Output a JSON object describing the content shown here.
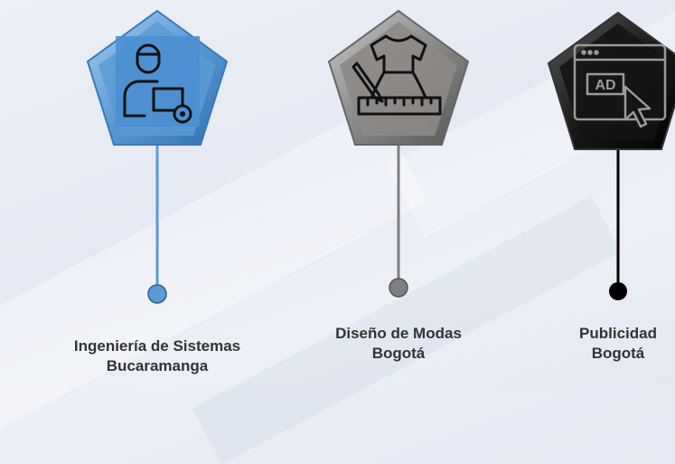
{
  "items": [
    {
      "title_line1": "Ingeniería de Sistemas",
      "title_line2": "Bucaramanga",
      "icon": "user-laptop-icon",
      "color": "#5b9bd5"
    },
    {
      "title_line1": "Diseño de Modas",
      "title_line2": "Bogotá",
      "icon": "dress-design-icon",
      "color": "#7f7f7f"
    },
    {
      "title_line1": "Publicidad",
      "title_line2": "Bogotá",
      "icon": "advertising-browser-icon",
      "color": "#000000"
    }
  ]
}
